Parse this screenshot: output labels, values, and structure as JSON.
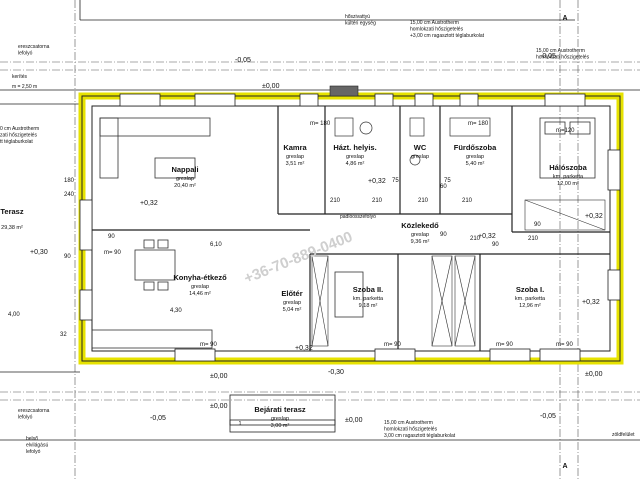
{
  "rooms": [
    {
      "name": "Nappali",
      "floor": "greslap",
      "area": "20,40 m²"
    },
    {
      "name": "Kamra",
      "floor": "greslap",
      "area": "3,51 m²"
    },
    {
      "name": "Házt. helyis.",
      "floor": "greslap",
      "area": "4,86 m²"
    },
    {
      "name": "WC",
      "floor": "greslap",
      "area": ""
    },
    {
      "name": "Fürdőszoba",
      "floor": "greslap",
      "area": "5,40 m²"
    },
    {
      "name": "Hálószoba",
      "floor": "km. parketta",
      "area": "12,00 m²"
    },
    {
      "name": "Közlekedő",
      "floor": "greslap",
      "area": "9,36 m²"
    },
    {
      "name": "Konyha-étkező",
      "floor": "greslap",
      "area": "14,46 m²"
    },
    {
      "name": "Előtér",
      "floor": "greslap",
      "area": "5,04 m²"
    },
    {
      "name": "Szoba II.",
      "floor": "km. parketta",
      "area": "9,18 m²"
    },
    {
      "name": "Szoba I.",
      "floor": "km. parketta",
      "area": "12,96 m²"
    },
    {
      "name": "Terasz",
      "floor": "",
      "area": "29,38 m²"
    },
    {
      "name": "Bejárati terasz",
      "floor": "greslap",
      "area": "3,00 m²"
    }
  ],
  "annotations": {
    "heat_pump": "hőszivattyú\nkültéri egység",
    "insul_top": "15,00 cm Austrotherm\nhomlokzati hőszigetelés\n+3,00 cm ragasztott téglaburkolat",
    "insul_top_right": "15,00 cm Austrotherm\nhomlokzati hőszigetelés",
    "insul_left": "0 cm Austrotherm\nzati hőszigetelés\ntt téglaburkolat",
    "insul_bottom": "15,00 cm Austrotherm\nhomlokzati hőszigetelés\n3,00 cm ragasztott téglaburkolat",
    "rain_top": "ereszcsatorna\nlefolyó",
    "rain_bottom": "ereszcsatorna\nlefolyó",
    "garden": "kerítés",
    "garden_dist": "m = 2,50 m",
    "overflow": "belső\nelvilágású\nlefolyó",
    "soil": "zöldfelület",
    "floor_drain": "padlóösszefolyó",
    "section": "A",
    "stair_num": "1"
  },
  "levels": {
    "zero": "±0,00",
    "minus005": "-0,05",
    "minus030": "-0,30",
    "plus032": "+0,32",
    "plus030": "+0,30"
  },
  "dims": {
    "d180": "180",
    "d240": "240",
    "d90": "90",
    "d210": "210",
    "d60": "60",
    "d75": "75",
    "d32": "32",
    "d400": "4,00",
    "d430": "4,30",
    "d610": "6,10",
    "m90": "m= 90",
    "m180": "m= 180",
    "m120": "m=120"
  },
  "watermark": "+36-70-889-0400"
}
